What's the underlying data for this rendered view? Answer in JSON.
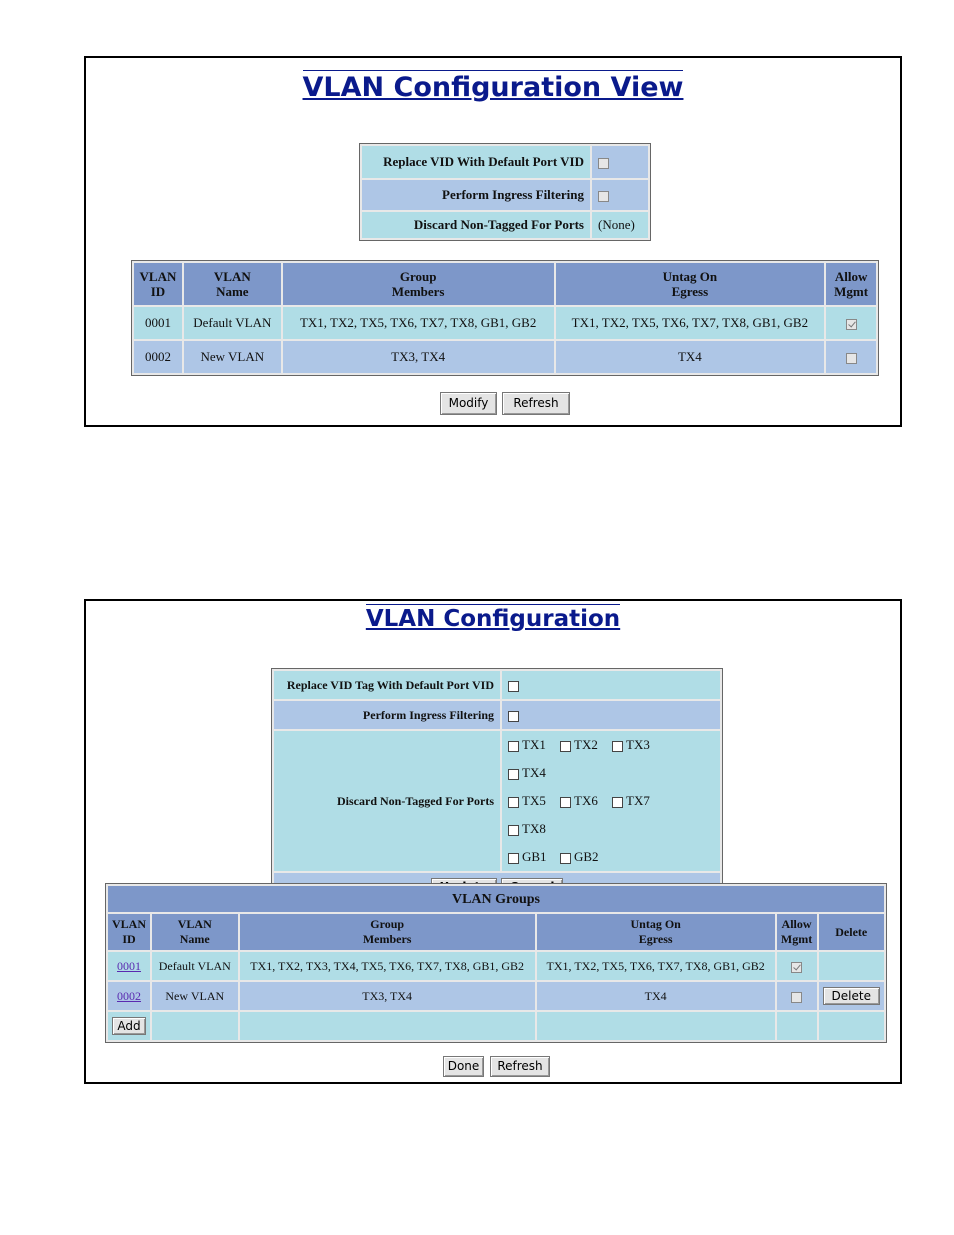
{
  "view": {
    "title": "VLAN Configuration View",
    "options": [
      {
        "label": "Replace VID With Default Port VID",
        "checked": false
      },
      {
        "label": "Perform Ingress Filtering",
        "checked": false
      },
      {
        "label": "Discard Non-Tagged For Ports",
        "value": "(None)"
      }
    ],
    "headers": {
      "vlan_id": [
        "VLAN",
        "ID"
      ],
      "vlan_name": [
        "VLAN",
        "Name"
      ],
      "group": [
        "Group",
        "Members"
      ],
      "untag": [
        "Untag On",
        "Egress"
      ],
      "mgmt": [
        "Allow",
        "Mgmt"
      ]
    },
    "rows": [
      {
        "id": "0001",
        "name": "Default VLAN",
        "group": "TX1, TX2, TX5, TX6, TX7, TX8, GB1, GB2",
        "untag": "TX1, TX2, TX5, TX6, TX7, TX8, GB1, GB2",
        "mgmt": true
      },
      {
        "id": "0002",
        "name": "New VLAN",
        "group": "TX3, TX4",
        "untag": "TX4",
        "mgmt": false
      }
    ],
    "buttons": {
      "modify": "Modify",
      "refresh": "Refresh"
    }
  },
  "config": {
    "title": "VLAN Configuration",
    "options": {
      "replace_label": "Replace VID Tag With Default Port VID",
      "ingress_label": "Perform Ingress Filtering",
      "discard_label": "Discard Non-Tagged For Ports",
      "ports": [
        "TX1",
        "TX2",
        "TX3",
        "TX4",
        "TX5",
        "TX6",
        "TX7",
        "TX8",
        "GB1",
        "GB2"
      ]
    },
    "buttons": {
      "update": "Update",
      "cancel": "Cancel",
      "add": "Add",
      "delete": "Delete",
      "done": "Done",
      "refresh": "Refresh"
    },
    "groups_title": "VLAN Groups",
    "headers": {
      "vlan_id": [
        "VLAN",
        "ID"
      ],
      "vlan_name": [
        "VLAN",
        "Name"
      ],
      "group": [
        "Group",
        "Members"
      ],
      "untag": [
        "Untag On",
        "Egress"
      ],
      "mgmt": [
        "Allow",
        "Mgmt"
      ],
      "delete": "Delete"
    },
    "rows": [
      {
        "id": "0001",
        "name": "Default VLAN",
        "group": "TX1, TX2, TX3, TX4, TX5, TX6, TX7, TX8, GB1, GB2",
        "untag": "TX1, TX2, TX5, TX6, TX7, TX8, GB1, GB2",
        "mgmt": true
      },
      {
        "id": "0002",
        "name": "New VLAN",
        "group": "TX3, TX4",
        "untag": "TX4",
        "mgmt": false
      }
    ]
  }
}
